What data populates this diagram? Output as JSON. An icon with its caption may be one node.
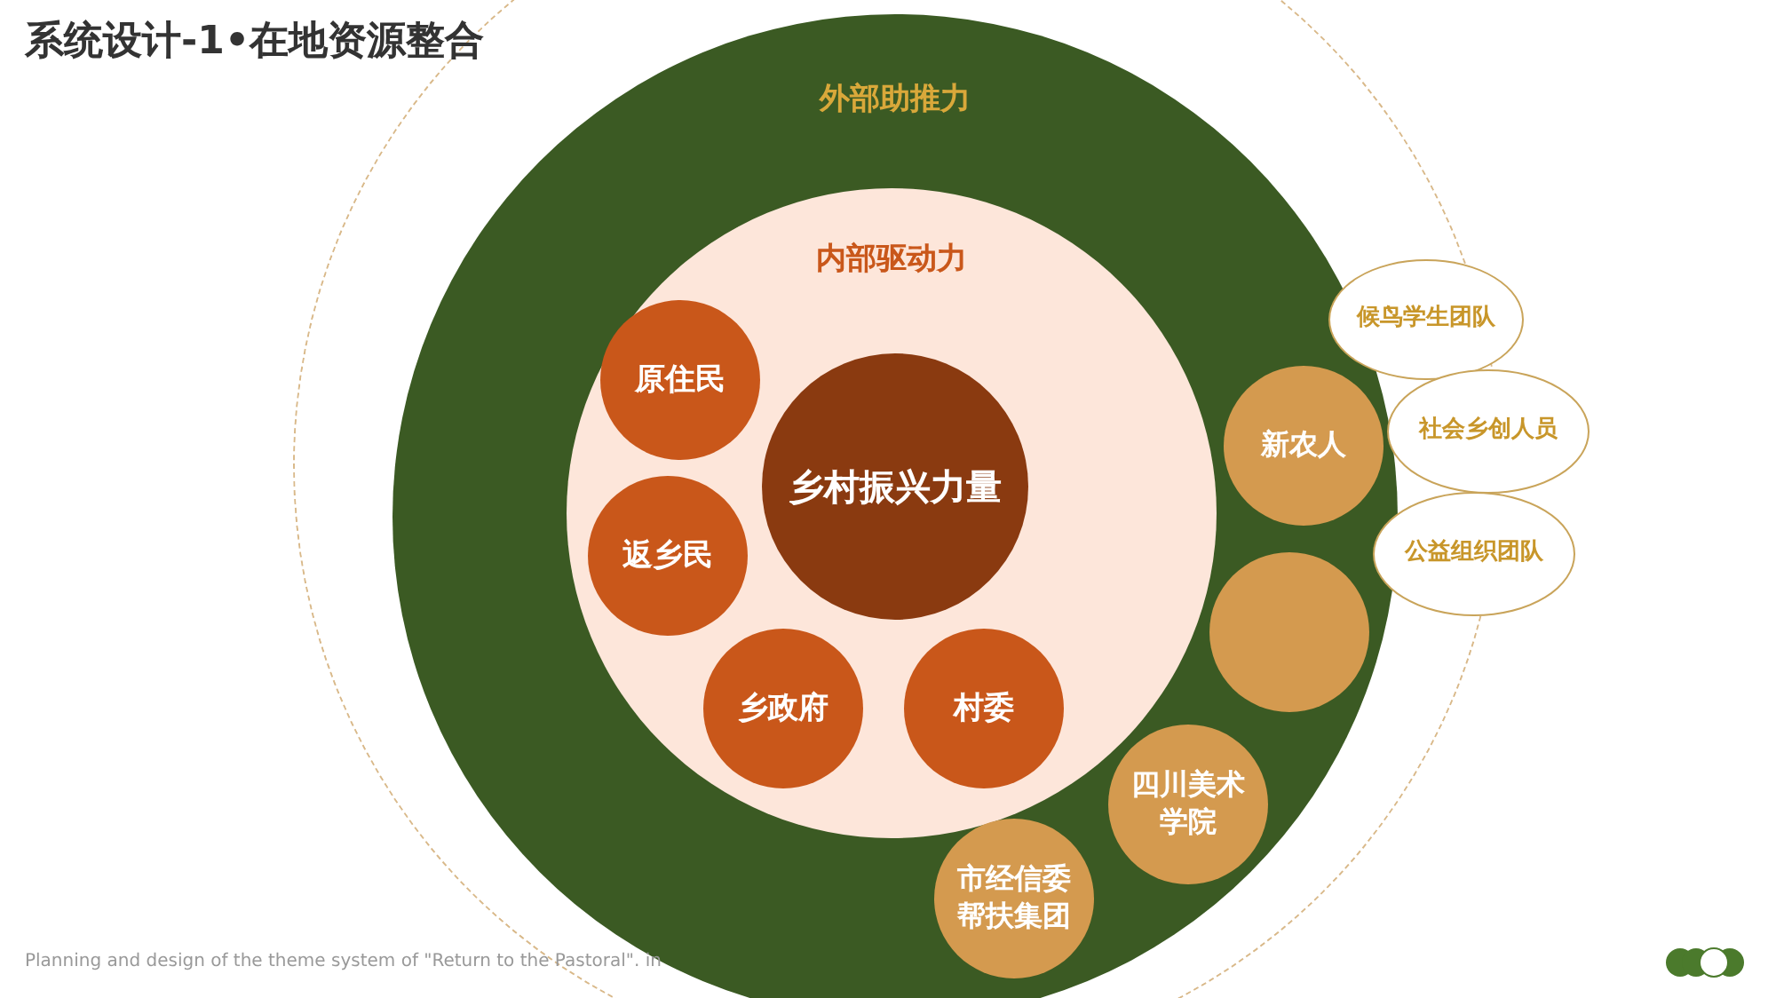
{
  "diagram": {
    "title": "系统设计-1•在地资源整合",
    "nodes": [
      {
        "text": [],
        "shape": "circle"
      },
      {
        "text": [
          "外部助推力"
        ],
        "in": 0
      },
      {
        "text": [
          "内部驱动力"
        ],
        "in": 1
      },
      {
        "text": [
          "乡村振兴力量"
        ],
        "in": 2
      },
      {
        "text": [
          "原住民"
        ],
        "in": 2
      },
      {
        "text": [
          "返乡民"
        ],
        "in": 2
      },
      {
        "text": [
          "乡政府"
        ],
        "in": 2
      },
      {
        "text": [
          "村委"
        ],
        "in": 2
      },
      {
        "text": [
          "新农人"
        ],
        "in": 1
      },
      {
        "text": [],
        "shape": "circle",
        "in": 1
      },
      {
        "text": [
          "四川美术学院"
        ],
        "in": 1
      },
      {
        "text": [
          "市经信委帮扶集团"
        ],
        "in": 1
      },
      {
        "text": [
          "候鸟学生团队"
        ]
      },
      {
        "text": [
          "社会乡创人员"
        ]
      },
      {
        "text": [
          "公益组织团队"
        ]
      }
    ],
    "labels": [
      "Planning and design of the theme system of \"Return to the Pastoral\". in"
    ]
  }
}
